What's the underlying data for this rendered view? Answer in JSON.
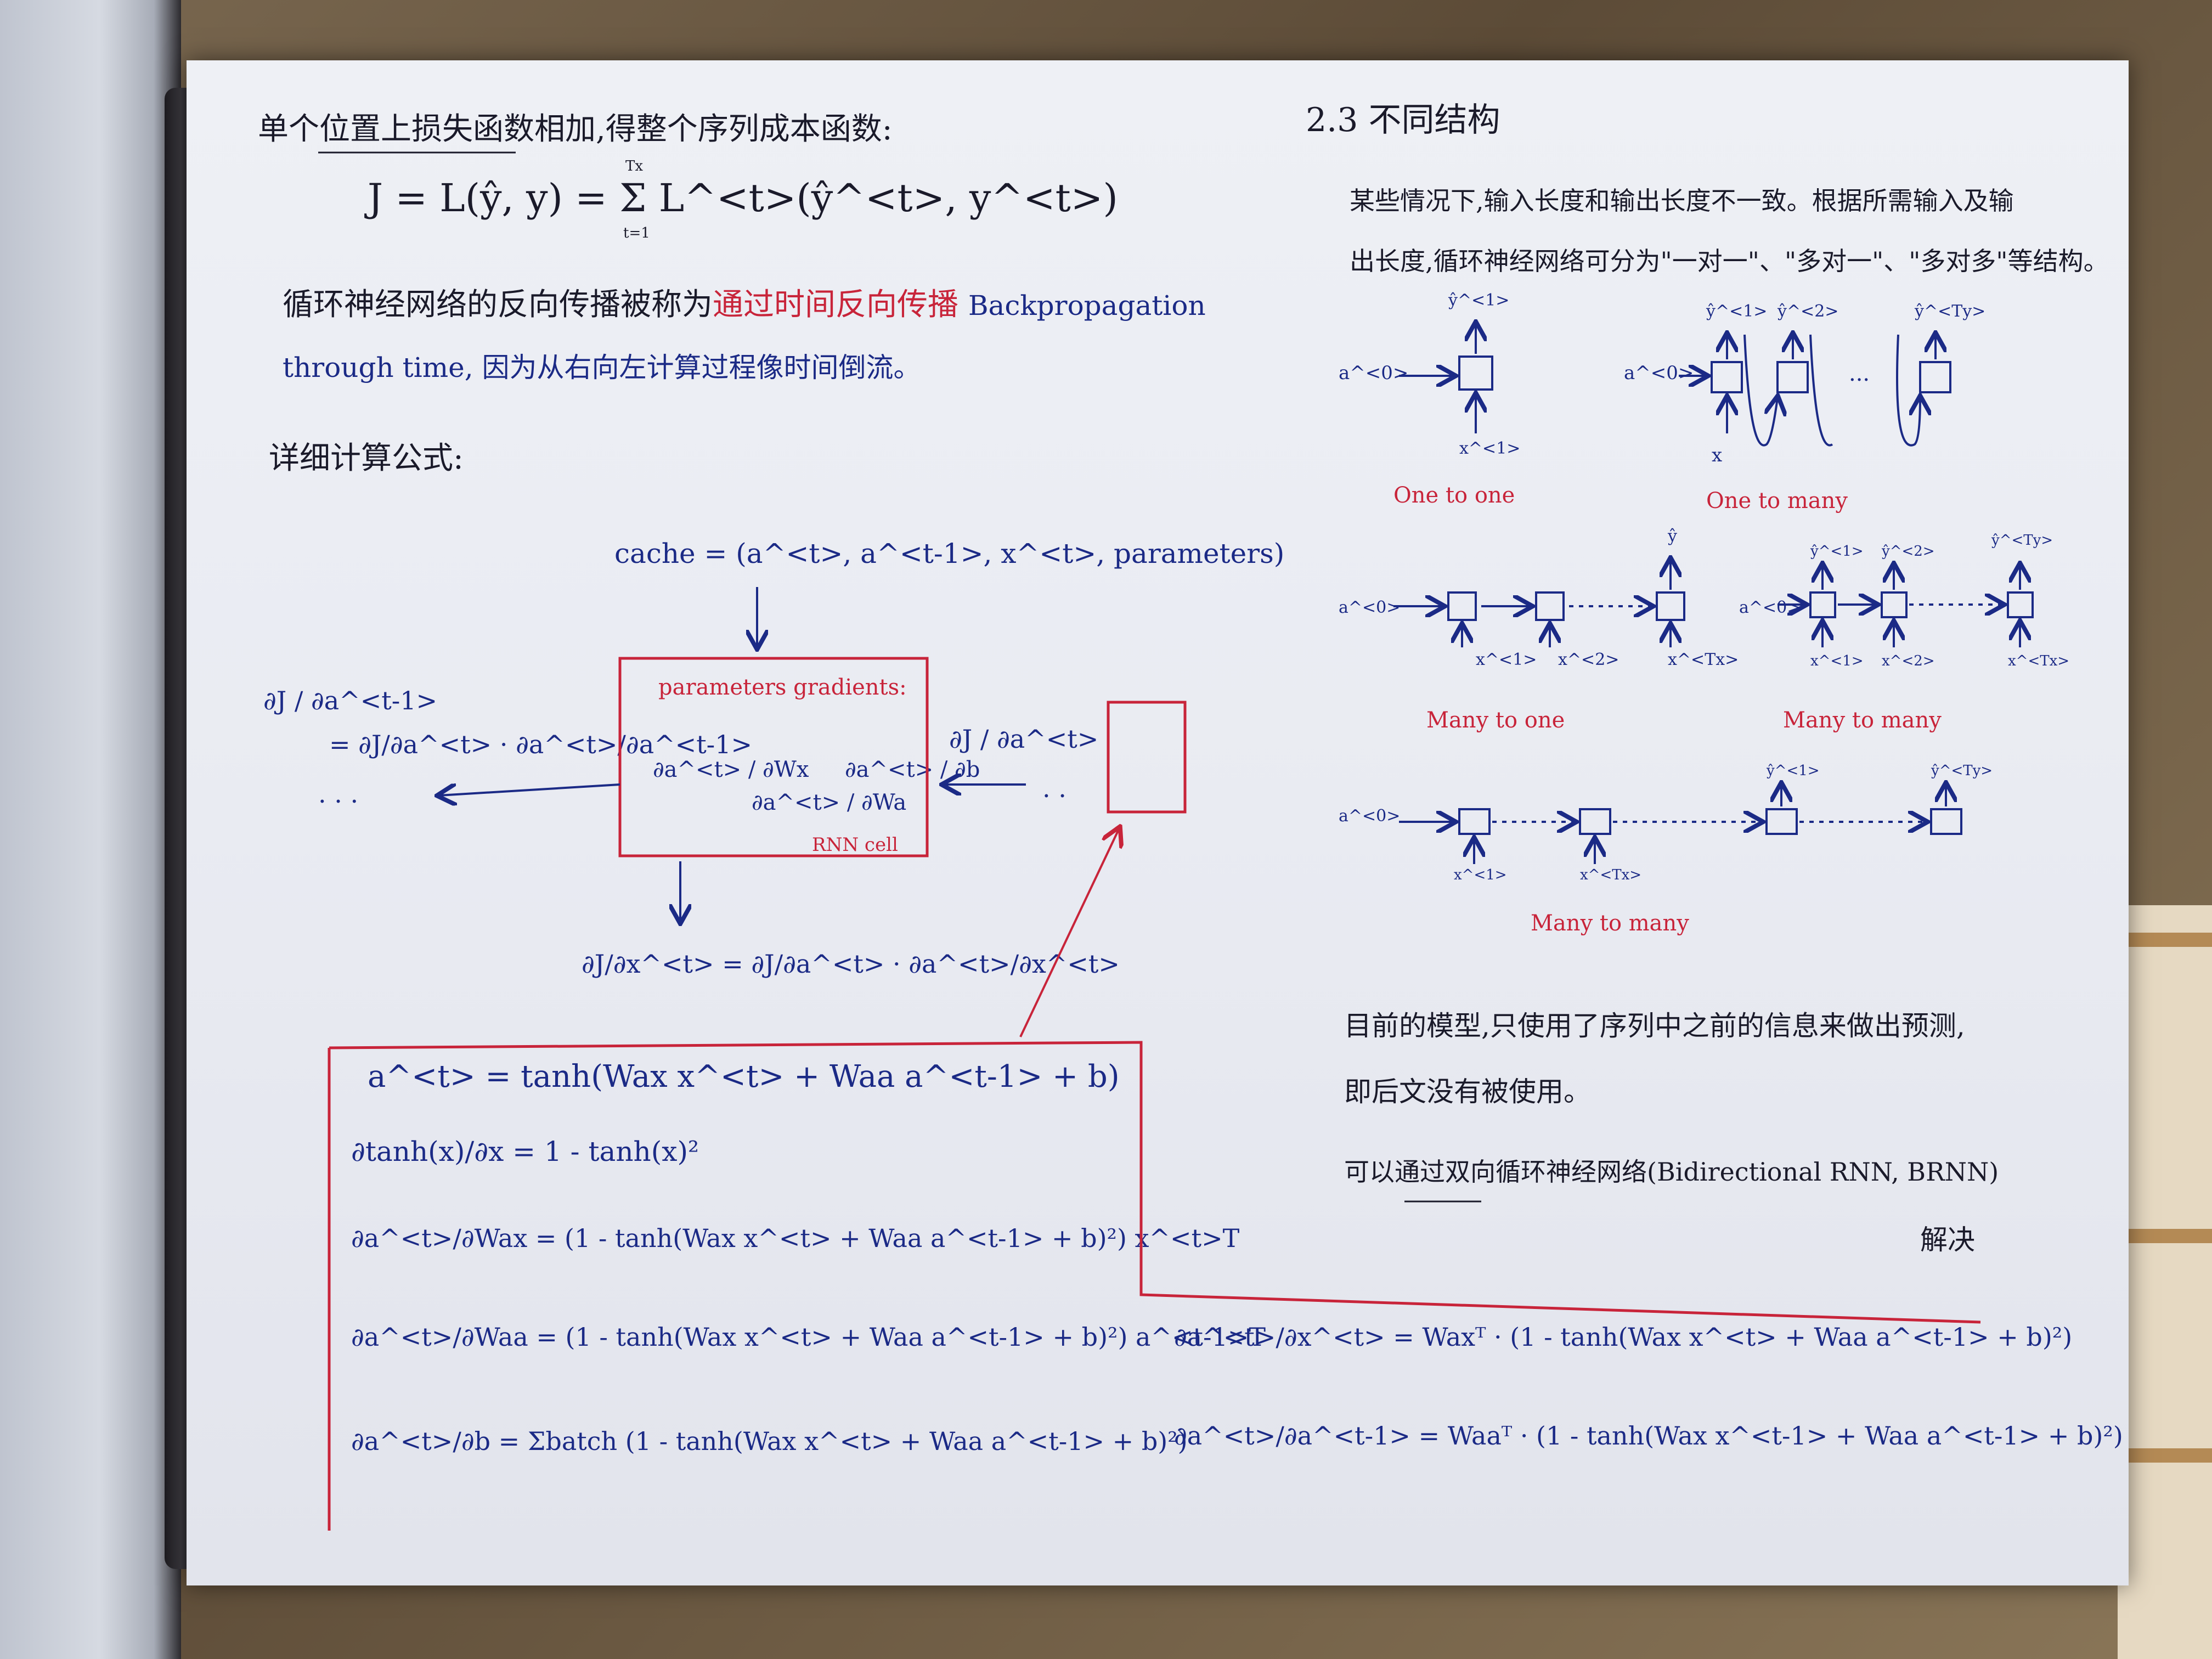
{
  "colors": {
    "ink_blue": "#1b2a86",
    "ink_black": "#1a1a2a",
    "ink_red": "#c8243a",
    "paper": "#eceef4"
  },
  "left": {
    "intro": "单个位置上损失函数相加,得整个序列成本函数:",
    "cost_formula": "J = L(ŷ, y) = Σ L^<t>(ŷ^<t>, y^<t>)",
    "sum_upper": "Tx",
    "sum_lower": "t=1",
    "bptt_part1": "循环神经网络的反向传播被称为",
    "bptt_red": "通过时间反向传播",
    "bptt_part2": "Backpropagation",
    "bptt_line2": "through time, 因为从右向左计算过程像时间倒流。",
    "detail_heading": "详细计算公式:",
    "cache": "cache = (a^<t>, a^<t-1>, x^<t>, parameters)",
    "dJ_da_prev_lhs": "∂J / ∂a^<t-1>",
    "dJ_da_prev_rhs": "= ∂J/∂a^<t> · ∂a^<t>/∂a^<t-1>",
    "left_dots": ". . .",
    "box_title": "parameters gradients:",
    "grad1": "∂a^<t> / ∂Wx",
    "grad2": "∂a^<t> / ∂Wa",
    "grad3": "∂a^<t> / ∂b",
    "rnn_cell": "RNN cell",
    "dJ_da_in": "∂J / ∂a^<t>",
    "right_dots": ". .",
    "dJ_dx": "∂J/∂x^<t> = ∂J/∂a^<t> · ∂a^<t>/∂x^<t>"
  },
  "formulas": [
    "a^<t> = tanh(Wax x^<t> + Waa a^<t-1> + b)",
    "∂tanh(x)/∂x = 1 - tanh(x)²",
    "∂a^<t>/∂Wax = (1 - tanh(Wax x^<t> + Waa a^<t-1> + b)²) x^<t>T",
    "∂a^<t>/∂Waa = (1 - tanh(Wax x^<t> + Waa a^<t-1> + b)²) a^<t-1>T",
    "∂a^<t>/∂b = Σbatch (1 - tanh(Wax x^<t> + Waa a^<t-1> + b)²)"
  ],
  "right_formulas": [
    "∂a^<t>/∂x^<t> = Waxᵀ · (1 - tanh(Wax x^<t> + Waa a^<t-1> + b)²)",
    "∂a^<t>/∂a^<t-1> = Waaᵀ · (1 - tanh(Wax x^<t-1> + Waa a^<t-1> + b)²)"
  ],
  "right": {
    "section_title": "2.3 不同结构",
    "para1_line1": "某些情况下,输入长度和输出长度不一致。根据所需输入及输",
    "para1_line2": "出长度,循环神经网络可分为\"一对一\"、\"多对一\"、\"多对多\"等结构。",
    "one_to_one": "One to one",
    "one_to_many": "One to many",
    "many_to_one": "Many to one",
    "many_to_many_1": "Many to many",
    "many_to_many_2": "Many to many",
    "a0": "a^<0>",
    "y1": "ŷ^<1>",
    "y2": "ŷ^<2>",
    "yTy": "ŷ^<Ty>",
    "y_hat": "ŷ",
    "x1": "x^<1>",
    "x2": "x^<2>",
    "xTx": "x^<Tx>",
    "x_plain": "x",
    "dots": "···",
    "para2_line1": "目前的模型,只使用了序列中之前的信息来做出预测,",
    "para2_line2": "即后文没有被使用。",
    "para2_line3": "可以通过双向循环神经网络(Bidirectional RNN, BRNN)",
    "para2_solve": "解决"
  }
}
